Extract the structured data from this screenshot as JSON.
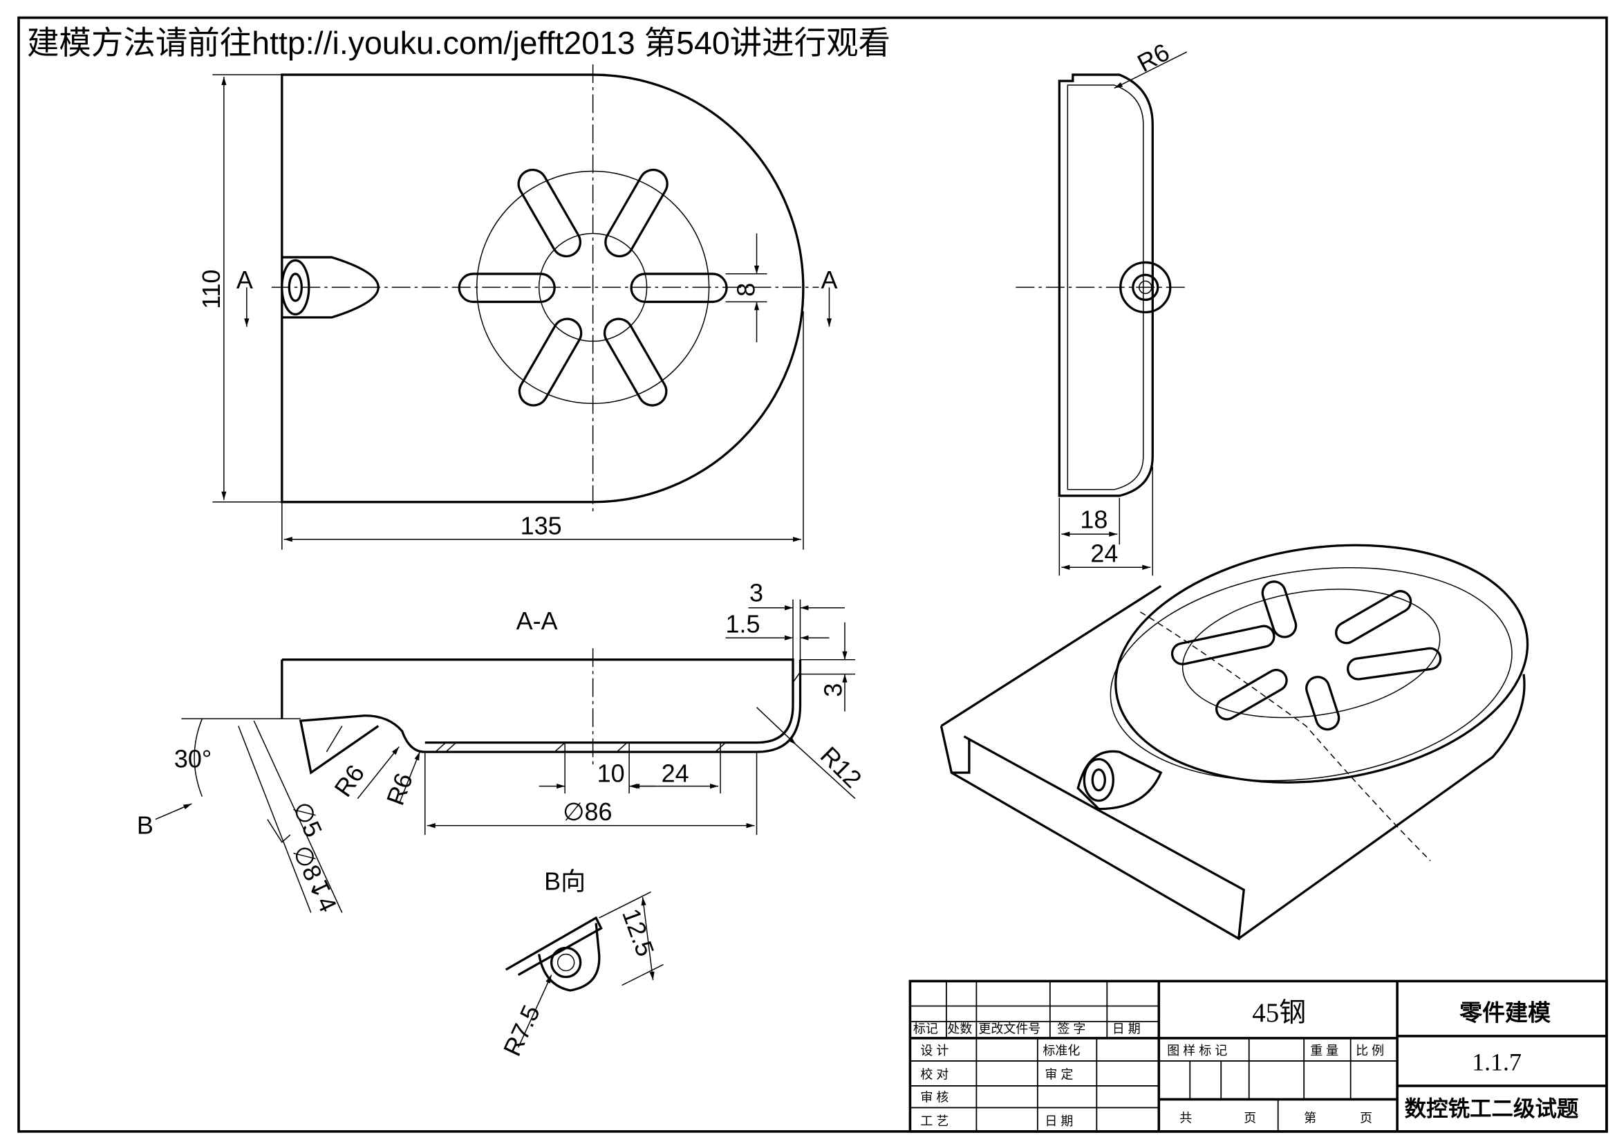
{
  "header": "建模方法请前往http://i.youku.com/jefft2013 第540讲进行观看",
  "top_view": {
    "dim_height": "110",
    "dim_width": "135",
    "dim_slot": "8",
    "section_left": "A",
    "section_right": "A"
  },
  "side_view": {
    "dim_r": "R6",
    "dim_inner": "18",
    "dim_outer": "24"
  },
  "section": {
    "title": "A-A",
    "dim_3a": "3",
    "dim_15": "1.5",
    "dim_3b": "3",
    "angle": "30°",
    "r6a": "R6",
    "r6b": "R6",
    "d10": "10",
    "d24": "24",
    "dia86": "∅86",
    "r12": "R12",
    "view_b": "B",
    "hole5": "∅5",
    "hole8": "∅8↧4"
  },
  "b_view": {
    "title": "B向",
    "dim_125": "12.5",
    "r75": "R7.5"
  },
  "title_block": {
    "rev_headers": [
      "标记",
      "处数",
      "更改文件号",
      "签 字",
      "日 期"
    ],
    "material": "45钢",
    "part_name": "零件建模",
    "drawing_no": "1.1.7",
    "exam_title": "数控铣工二级试题",
    "design": "设 计",
    "standard": "标准化",
    "check": "校 对",
    "approve": "审 定",
    "review": "审 核",
    "process": "工 艺",
    "date": "日 期",
    "mark": "图 样 标 记",
    "weight": "重 量",
    "scale": "比 例",
    "total": "共",
    "page": "页",
    "nth": "第",
    "page2": "页"
  }
}
